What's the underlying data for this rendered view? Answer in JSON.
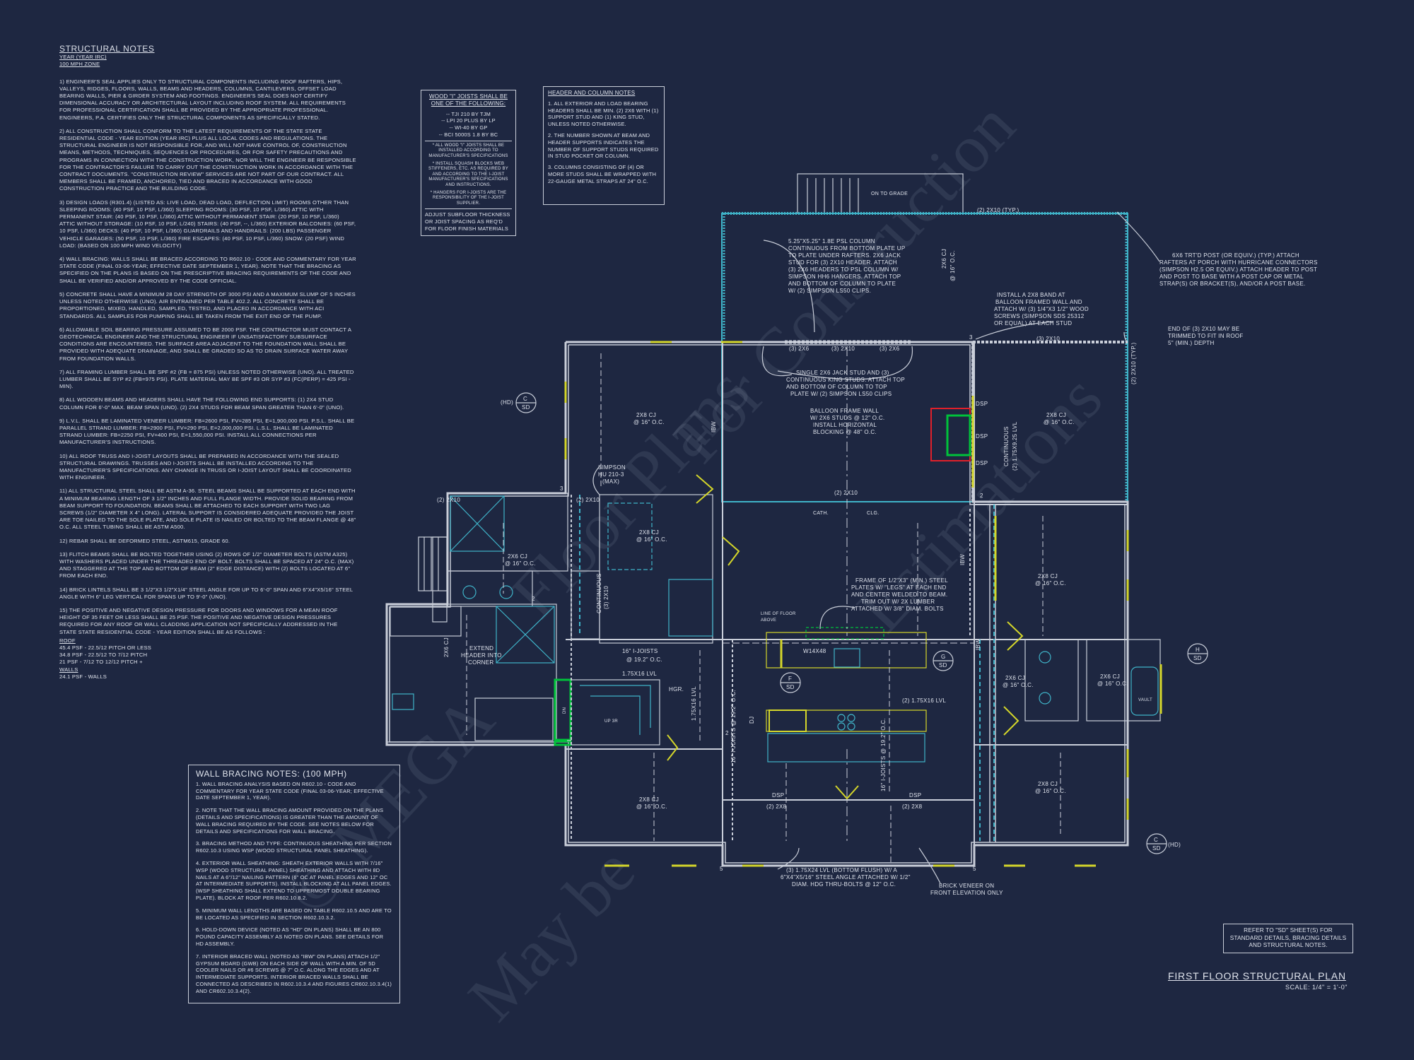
{
  "notes": {
    "title": "STRUCTURAL NOTES",
    "year_line": "YEAR (YEAR IRC)",
    "wind_zone": "100 mph ZONE",
    "paragraphs": [
      "1) ENGINEER'S SEAL APPLIES ONLY TO STRUCTURAL COMPONENTS INCLUDING ROOF RAFTERS, HIPS, VALLEYS, RIDGES, FLOORS, WALLS, BEAMS AND HEADERS, COLUMNS, CANTILEVERS, OFFSET LOAD BEARING WALLS, PIER & GIRDER SYSTEM AND FOOTINGS. ENGINEER'S SEAL DOES NOT CERTIFY DIMENSIONAL ACCURACY OR ARCHITECTURAL LAYOUT INCLUDING ROOF SYSTEM. ALL REQUIREMENTS FOR PROFESSIONAL CERTIFICATION SHALL BE PROVIDED BY THE APPROPRIATE PROFESSIONAL. ENGINEERS, P.A. CERTIFIES ONLY THE STRUCTURAL COMPONENTS AS SPECIFICALLY STATED.",
      "2) ALL CONSTRUCTION SHALL CONFORM TO THE LATEST REQUIREMENTS OF THE STATE STATE RESIDENTIAL CODE - YEAR EDITION (YEAR IRC) PLUS ALL LOCAL CODES AND REGULATIONS. THE STRUCTURAL ENGINEER IS NOT RESPONSIBLE FOR, AND WILL NOT HAVE CONTROL OF, CONSTRUCTION MEANS, METHODS, TECHNIQUES, SEQUENCES OR PROCEDURES, OR FOR SAFETY PRECAUTIONS AND PROGRAMS IN CONNECTION WITH THE CONSTRUCTION WORK, NOR WILL THE ENGINEER BE RESPONSIBLE FOR THE CONTRACTOR'S FAILURE TO CARRY OUT THE CONSTRUCTION WORK IN ACCORDANCE WITH THE CONTRACT DOCUMENTS. \"CONSTRUCTION REVIEW\" SERVICES ARE NOT PART OF OUR CONTRACT. ALL MEMBERS SHALL BE FRAMED, ANCHORED, TIED AND BRACED IN ACCORDANCE WITH GOOD CONSTRUCTION PRACTICE AND THE BUILDING CODE.",
      "3) DESIGN LOADS (R301.4) (LISTED AS: LIVE LOAD, DEAD LOAD, DEFLECTION LIMIT) ROOMS OTHER THAN SLEEPING ROOMS: (40 PSF, 10 PSF, L/360) SLEEPING ROOMS: (30 PSF, 10 PSF, L/360) ATTIC WITH PERMANENT STAIR: (40 PSF, 10 PSF, L/360) ATTIC WITHOUT PERMANENT STAIR: (20 PSF, 10 PSF, L/360) ATTIC WITHOUT STORAGE: (10 PSF, 10 PSF, L/240) STAIRS: (40 PSF, --, L/360) EXTERIOR BALCONIES: (60 PSF, 10 PSF, L/360) DECKS: (40 PSF, 10 PSF, L/360) GUARDRAILS AND HANDRAILS: (200 LBS) PASSENGER VEHICLE GARAGES: (50 PSF, 10 PSF, L/360) FIRE ESCAPES: (40 PSF, 10 PSF, L/360) SNOW: (20 PSF) WIND LOAD: (BASED ON 100 MPH WIND VELOCITY)",
      "4) WALL BRACING: WALLS SHALL BE BRACED ACCORDING TO R602.10 - CODE AND COMMENTARY FOR YEAR STATE CODE (FINAL 03-06-YEAR; EFFECTIVE DATE SEPTEMBER 1, YEAR). NOTE THAT THE BRACING AS SPECIFIED ON THE PLANS IS BASED ON THE PRESCRIPTIVE BRACING REQUIREMENTS OF THE CODE AND SHALL BE VERIFIED AND/OR APPROVED BY THE CODE OFFICIAL.",
      "5) CONCRETE SHALL HAVE A MINIMUM 28 DAY STRENGTH OF 3000 PSI AND A MAXIMUM SLUMP OF 5 INCHES UNLESS NOTED OTHERWISE (UNO). AIR ENTRAINED PER TABLE 402.2. ALL CONCRETE SHALL BE PROPORTIONED, MIXED, HANDLED, SAMPLED, TESTED, AND PLACED IN ACCORDANCE WITH ACI STANDARDS. ALL SAMPLES FOR PUMPING SHALL BE TAKEN FROM THE EXIT END OF THE PUMP.",
      "6) ALLOWABLE SOIL BEARING PRESSURE ASSUMED TO BE 2000 PSF. THE CONTRACTOR MUST CONTACT A GEOTECHNICAL ENGINEER AND THE STRUCTURAL ENGINEER IF UNSATISFACTORY SUBSURFACE CONDITIONS ARE ENCOUNTERED. THE SURFACE AREA ADJACENT TO THE FOUNDATION WALL SHALL BE PROVIDED WITH ADEQUATE DRAINAGE, AND SHALL BE GRADED SO AS TO DRAIN SURFACE WATER AWAY FROM FOUNDATION WALLS.",
      "7) ALL FRAMING LUMBER SHALL BE SPF #2 (Fb = 875 PSI) UNLESS NOTED OTHERWISE (UNO). ALL TREATED LUMBER SHALL BE SYP #2 (Fb=975 PSI). PLATE MATERIAL MAY BE SPF #3 OR SYP #3 (Fc(perp) = 425 PSI - MIN).",
      "8) ALL WOODEN BEAMS AND HEADERS SHALL HAVE THE FOLLOWING END SUPPORTS: (1) 2x4 STUD COLUMN FOR 6'-0\" MAX. BEAM SPAN (UNO). (2) 2x4 STUDS FOR BEAM SPAN GREATER THAN 6'-0\" (UNO).",
      "9) L.V.L. SHALL BE LAMINATED VENEER LUMBER: Fb=2600 PSI, Fv=285 PSI, E=1,900,000 PSI. P.S.L. SHALL BE PARALLEL STRAND LUMBER: Fb=2900 PSI, Fv=290 PSI, E=2,000,000 PSI. L.S.L. SHALL BE LAMINATED STRAND LUMBER: Fb=2250 PSI, Fv=400 PSI, E=1,550,000 PSI. INSTALL ALL CONNECTIONS PER MANUFACTURER'S INSTRUCTIONS.",
      "10) ALL ROOF TRUSS AND I-JOIST LAYOUTS SHALL BE PREPARED IN ACCORDANCE WITH THE SEALED STRUCTURAL DRAWINGS. TRUSSES AND I-JOISTS SHALL BE INSTALLED ACCORDING TO THE MANUFACTURER'S SPECIFICATIONS. ANY CHANGE IN TRUSS OR I-JOIST LAYOUT SHALL BE COORDINATED WITH ENGINEER.",
      "11) ALL STRUCTURAL STEEL SHALL BE ASTM A-36. STEEL BEAMS SHALL BE SUPPORTED AT EACH END WITH A MINIMUM BEARING LENGTH OF 3 1/2\" INCHES AND FULL FLANGE WIDTH. PROVIDE SOLID BEARING FROM BEAM SUPPORT TO FOUNDATION. BEAMS SHALL BE ATTACHED TO EACH SUPPORT WITH TWO LAG SCREWS (1/2\" DIAMETER x 4\" LONG). LATERAL SUPPORT IS CONSIDERED ADEQUATE PROVIDED THE JOIST ARE TOE NAILED TO THE SOLE PLATE, AND SOLE PLATE IS NAILED OR BOLTED TO THE BEAM FLANGE @ 48\" O.C. ALL STEEL TUBING SHALL BE ASTM A500.",
      "12) REBAR SHALL BE DEFORMED STEEL, ASTM615, GRADE 60.",
      "13) FLITCH BEAMS SHALL BE BOLTED TOGETHER USING (2) ROWS OF 1/2\" DIAMETER BOLTS (ASTM A325) WITH WASHERS PLACED UNDER THE THREADED END OF BOLT. BOLTS SHALL BE SPACED AT 24\" O.C. (MAX) AND STAGGERED AT THE TOP AND BOTTOM OF BEAM (2\" EDGE DISTANCE) WITH (2) BOLTS LOCATED AT 6\" FROM EACH END.",
      "14) BRICK LINTELS SHALL BE 3 1/2\"x3 1/2\"x1/4\" STEEL ANGLE FOR UP TO 6'-0\" SPAN AND 6\"x4\"x5/16\" STEEL ANGLE WITH 6\" LEG VERTICAL FOR SPANS UP TO 9'-0\" (UNO).",
      "15) THE POSITIVE AND NEGATIVE DESIGN PRESSURE FOR DOORS AND WINDOWS FOR A MEAN ROOF HEIGHT OF 35 FEET OR LESS SHALL BE 25 PSF. THE POSITIVE AND NEGATIVE DESIGN PRESSURES REQUIRED FOR ANY ROOF OR WALL CLADDING APPLICATION NOT SPECIFICALLY ADDRESSED IN THE STATE STATE RESIDENTIAL CODE - YEAR EDITION SHALL BE AS FOLLOWS :"
    ],
    "roof_heading": "ROOF",
    "roof_lines": [
      "45.4 PSF - 22.5/12 PITCH OR LESS",
      "34.8 PSF - 22.5/12 TO 7/12 PITCH",
      "21 PSF - 7/12 TO 12/12 PITCH +"
    ],
    "walls_heading": "WALLS",
    "walls_lines": [
      "24.1 PSF - WALLS"
    ]
  },
  "wall_bracing": {
    "title": "WALL BRACING NOTES: (100 MPH)",
    "paragraphs": [
      "1. WALL BRACING ANALYSIS BASED ON R602.10 - CODE AND COMMENTARY FOR YEAR STATE CODE (FINAL 03-06-YEAR; EFFECTIVE DATE SEPTEMBER 1, YEAR).",
      "2. NOTE THAT THE WALL BRACING AMOUNT PROVIDED ON THE PLANS (DETAILS AND SPECIFICATIONS) IS GREATER THAN THE AMOUNT OF WALL BRACING REQUIRED BY THE CODE. SEE NOTES BELOW FOR DETAILS AND SPECIFICATIONS FOR WALL BRACING.",
      "3. BRACING METHOD AND TYPE: CONTINUOUS SHEATHING PER SECTION R602.10.3 USING WSP (WOOD STRUCTURAL PANEL SHEATHING).",
      "4. EXTERIOR WALL SHEATHING: SHEATH EXTERIOR WALLS WITH 7/16\" WSP (WOOD STRUCTURAL PANEL) SHEATHING AND ATTACH WITH 8d NAILS AT A 6\"/12\" NAILING PATTERN (6\" OC AT PANEL EDGES AND 12\" OC AT INTERMEDIATE SUPPORTS). INSTALL BLOCKING AT ALL PANEL EDGES. (WSP SHEATHING SHALL EXTEND TO UPPERMOST DOUBLE BEARING PLATE). BLOCK AT ROOF PER R602.10.8.2.",
      "5. MINIMUM WALL LENGTHS ARE BASED ON TABLE R602.10.5 AND ARE TO BE LOCATED AS SPECIFIED IN SECTION R602.10.3.2.",
      "6. HOLD-DOWN DEVICE (NOTED AS \"HD\" ON PLANS) SHALL BE AN 800 POUND CAPACITY ASSEMBLY AS NOTED ON PLANS. SEE DETAILS FOR HD ASSEMBLY.",
      "7. INTERIOR BRACED WALL (NOTED AS \"IBW\" ON PLANS) ATTACH 1/2\" GYPSUM BOARD (GWB) ON EACH SIDE OF WALL WITH A MIN. OF 5d COOLER NAILS OR #6 SCREWS @ 7\" O.C. ALONG THE EDGES AND AT INTERMEDIATE SUPPORTS. INTERIOR BRACED WALLS SHALL BE CONNECTED AS DESCRIBED IN R602.10.3.4 AND FIGURES CR602.10.3.4(1) AND CR602.10.3.4(2)."
    ]
  },
  "joist_box": {
    "heading": "WOOD \"I\" JOISTS SHALL BE ONE OF THE FOLLOWING:",
    "options": [
      "-- TJI 210 BY TJM",
      "-- LPI 20 PLUS BY LP",
      "-- WI-40 BY GP",
      "-- BCI 5000s 1.8 BY BC"
    ],
    "notes": [
      "* ALL WOOD \"I\" JOISTS SHALL BE INSTALLED ACCORDING TO MANUFACTURER'S SPECIFICATIONS",
      "* INSTALL SQUASH BLOCKS WEB STIFFENERS, ETC. AS REQUIRED BY AND ACCORDING TO THE I-JOIST MANUFACTURER'S SPECIFICATIONS AND INSTRUCTIONS.",
      "* HANGERS FOR I-JOISTS ARE THE RESPONSIBILITY OF THE I-JOIST SUPPLIER."
    ],
    "subfloor": "ADJUST SUBFLOOR THICKNESS OR JOIST SPACING AS REQ'D FOR FLOOR FINISH MATERIALS"
  },
  "header_box": {
    "title": "HEADER AND COLUMN NOTES",
    "items": [
      "1. ALL EXTERIOR AND LOAD BEARING HEADERS SHALL BE MIN. (2) 2x6 WITH (1) SUPPORT STUD AND (1) KING STUD, UNLESS NOTED OTHERWISE.",
      "2. THE NUMBER SHOWN AT BEAM AND HEADER SUPPORTS INDICATES THE NUMBER OF SUPPORT STUDS REQUIRED IN STUD POCKET OR COLUMN.",
      "3. COLUMNS CONSISTING OF (4) OR MORE STUDS SHALL BE WRAPPED WITH 22-GAUGE METAL STRAPS AT 24\" O.C."
    ]
  },
  "plan_labels": {
    "to_grade": "ON TO GRADE",
    "porch_top_beam": "(2) 2x10 (TYP.)",
    "psl_col": [
      "5.25\"x5.25\" 1.8E PSL COLUMN",
      "CONTINUOUS FROM BOTTOM PLATE UP",
      "TO PLATE UNDER RAFTERS. 2x6 JACK",
      "STUD FOR (3) 2x10 HEADER. ATTACH",
      "(3) 2x6 HEADERS TO PSL COLUMN W/",
      "SIMPSON HH6 HANGERS. ATTACH TOP",
      "AND BOTTOM OF COLUMN TO PLATE",
      "W/ (2) SIMPSON LS50 CLIPS."
    ],
    "porch_cj": "2x6 CJ",
    "porch_cj_sp": "@ 16\" O.C.",
    "band": [
      "INSTALL A 2x8 BAND AT",
      "BALLOON FRAMED WALL AND",
      "ATTACH W/ (3) 1/4\"x3 1/2\" WOOD",
      "SCREWS (SIMPSON SDS 25312",
      "OR EQUAL) AT EACH STUD"
    ],
    "post_note": [
      "6x6 TRT'D POST (OR EQUIV.) (TYP.) ATTACH",
      "RAFTERS AT PORCH WITH HURRICANE CONNECTORS",
      "(SIMPSON H2.5 OR EQUIV.) ATTACH HEADER TO POST",
      "AND POST TO BASE WITH A POST CAP OR METAL",
      "STRAP(S) OR BRACKET(S), AND/OR A POST BASE."
    ],
    "end_note": [
      "END OF (3) 2x10 MAY BE",
      "TRIMMED TO FIT IN ROOF",
      "5\" (MIN.) DEPTH"
    ],
    "hdr_a": "(3) 2x6",
    "hdr_b": "(3) 2x10",
    "hdr_c": "(3) 2x6",
    "hdr_d": "(3) 2x10",
    "right_typ": "(2) 2x10 (TYP.)",
    "single_jack": [
      "SINGLE 2x6 JACK STUD AND (3)",
      "CONTINUOUS KING STUDS. ATTACH TOP",
      "AND BOTTOM OF COLUMN TO TOP",
      "PLATE W/ (2) SIMPSON LS50 CLIPS"
    ],
    "balloon": [
      "BALLOON FRAME WALL",
      "W/ 2x6 STUDS @ 12\" O.C.",
      "INSTALL HORIZONTAL",
      "BLOCKING @ 48\" O.C."
    ],
    "dsp": "DSP",
    "cont_lvl": [
      "CONTINUOUS",
      "(2) 1.75x9.25 LVL"
    ],
    "cj_2x8": "2x8 CJ",
    "cj_sp16": "@ 16\" O.C.",
    "hd": "(HD)",
    "sd": "SD",
    "c": "C",
    "simpson": [
      "SIMPSON",
      "HU 210-3",
      "(MAX)"
    ],
    "h_2x10": "(2) 2x10",
    "cath": "CATH.",
    "clg": "CLG.",
    "frame_steel": [
      "FRAME OF 1/2\"x3\" (MIN.) STEEL",
      "PLATES W/ \"LEGS\" AT EACH END",
      "AND CENTER WELDED TO BEAM.",
      "TRIM OUT W/ 2x LUMBER",
      "ATTACHED W/ 3/8\" DIAM. BOLTS"
    ],
    "line_floor": [
      "LINE OF FLOOR",
      "ABOVE"
    ],
    "w14": "W14x48",
    "extend_hdr": [
      "EXTEND",
      "HEADER INTO",
      "CORNER"
    ],
    "ij16": "16\" I-JOISTS",
    "ij16_sp": "@ 19.2\" O.C.",
    "lvl_175": "1.75x16 LVL",
    "hgr": "HGR.",
    "continuous_3": [
      "CONTINUOUS",
      "(3) 2x10"
    ],
    "dj": "DJ",
    "ij_v": "16\" I-JOISTS @ 19.2\" O.C.",
    "lvl_2": "(2) 1.75x16 LVL",
    "cj_2x6": "2x6 CJ",
    "lvl_steel": [
      "(3) 1.75x24 LVL (BOTTOM FLUSH) W/ A",
      "6\"x4\"x5/16\" STEEL ANGLE ATTACHED W/ 1/2\"",
      "DIAM. HDG THRU-BOLTS @ 12\" O.C."
    ],
    "brick": [
      "BRICK VENEER ON",
      "FRONT ELEVATION ONLY"
    ],
    "h2x8": "(2) 2x8",
    "ibw": "IBW",
    "f": "F",
    "g": "G",
    "h": "H",
    "dn": "DN",
    "up": "UP 3R",
    "vault": "VAULT",
    "n2": "2",
    "n3": "3",
    "n5": "5"
  },
  "refer": "REFER TO \"SD\" SHEET(S) FOR STANDARD DETAILS, BRACING DETAILS AND STRUCTURAL NOTES.",
  "sheet_title": "FIRST FLOOR STRUCTURAL PLAN",
  "scale": "SCALE: 1/4\" = 1'-0\"",
  "watermarks": [
    "© MEGA",
    "Floor Plans",
    "For Construction",
    "May be",
    "Estimations"
  ]
}
